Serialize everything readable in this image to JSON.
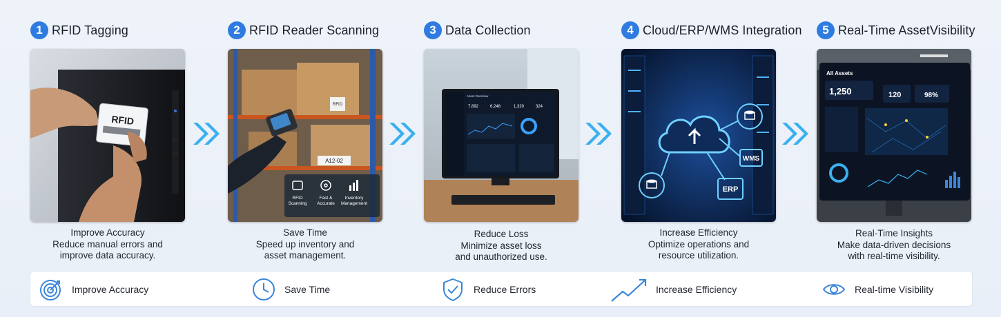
{
  "steps": [
    {
      "num": "1",
      "title": "RFID Tagging",
      "caption_title": "Improve Accuracy",
      "caption_line1": "Reduce manual errors and",
      "caption_line2": "improve data accuracy.",
      "image": {
        "tag_text": "RFID"
      }
    },
    {
      "num": "2",
      "title": "RFID Reader Scanning",
      "caption_title": "Save Time",
      "caption_line1": "Speed up inventory and",
      "caption_line2": "asset management.",
      "image": {
        "box_tag": "RFID",
        "shelf_label": "A12-02",
        "feature1_line1": "RFID",
        "feature1_line2": "Scanning",
        "feature2_line1": "Fast &",
        "feature2_line2": "Accurate",
        "feature3_line1": "Inventory",
        "feature3_line2": "Management"
      }
    },
    {
      "num": "3",
      "title": "Data Collection",
      "caption_title": "Reduce Loss",
      "caption_line1": "Minimize asset loss",
      "caption_line2": "and unauthorized use.",
      "image": {
        "screen_title": "Asset Overview",
        "stat1": "7,892",
        "stat2": "6,248",
        "stat3": "1,320",
        "stat4": "324"
      }
    },
    {
      "num": "4",
      "title": "Cloud/ERP/WMS Integration",
      "caption_title": "Increase Efficiency",
      "caption_line1": "Optimize operations and",
      "caption_line2": "resource utilization.",
      "image": {
        "wms": "WMS",
        "erp": "ERP"
      }
    },
    {
      "num": "5",
      "title": "Real-Time AssetVisibility",
      "caption_title": "Real-Time Insights",
      "caption_line1": "Make data-driven decisions",
      "caption_line2": "with real-time visibility.",
      "image": {
        "screen_title": "All Assets",
        "stat1": "1,250",
        "stat2": "120",
        "stat3": "98%"
      }
    }
  ],
  "benefits": [
    {
      "label": "Improve Accuracy",
      "icon": "target-icon"
    },
    {
      "label": "Save Time",
      "icon": "clock-icon"
    },
    {
      "label": "Reduce Errors",
      "icon": "shield-check-icon"
    },
    {
      "label": "Increase Efficiency",
      "icon": "trend-up-icon"
    },
    {
      "label": "Real-time Visibility",
      "icon": "eye-icon"
    }
  ],
  "colors": {
    "accent": "#2f7be0",
    "arrow": "#3ab0ee",
    "icon": "#3a86d8"
  }
}
